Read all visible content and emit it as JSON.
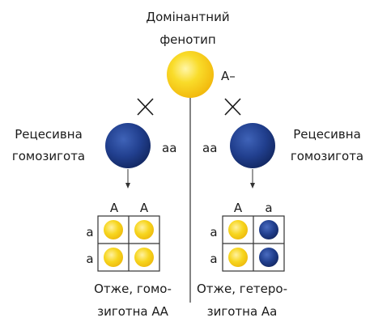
{
  "top": {
    "line1": "Домінантний",
    "line2": "фенотип",
    "genotype": "A–"
  },
  "cross_symbol": "×",
  "left": {
    "label_line1": "Рецесивна",
    "label_line2": "гомозигота",
    "genotype": "aa",
    "square": {
      "col_headers": [
        "A",
        "A"
      ],
      "row_headers": [
        "a",
        "a"
      ],
      "cells": [
        "yellow",
        "yellow",
        "yellow",
        "yellow"
      ]
    },
    "conclusion_line1": "Отже, гомо-",
    "conclusion_line2": "зиготна АА"
  },
  "right": {
    "label_line1": "Рецесивна",
    "label_line2": "гомозигота",
    "genotype": "aa",
    "square": {
      "col_headers": [
        "A",
        "a"
      ],
      "row_headers": [
        "a",
        "a"
      ],
      "cells": [
        "yellow",
        "blue",
        "yellow",
        "blue"
      ]
    },
    "conclusion_line1": "Отже, гетеро-",
    "conclusion_line2": "зиготна Аа"
  },
  "colors": {
    "dominant": "#f5d21a",
    "recessive": "#1f3f8c",
    "line": "#333333"
  }
}
